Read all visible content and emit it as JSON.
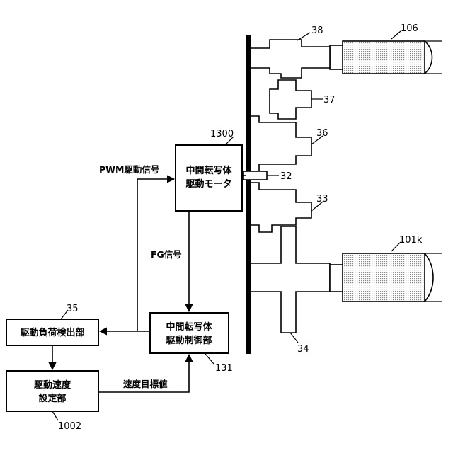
{
  "blocks": {
    "motor": {
      "line1": "中間転写体",
      "line2": "駆動モータ",
      "ref": "1300"
    },
    "controller": {
      "line1": "中間転写体",
      "line2": "駆動制御部",
      "ref": "131"
    },
    "load_detector": {
      "label": "駆動負荷検出部",
      "ref": "35"
    },
    "speed_setter": {
      "line1": "駆動速度",
      "line2": "設定部",
      "ref": "1002"
    }
  },
  "signals": {
    "pwm": "PWM駆動信号",
    "fg": "FG信号",
    "speed_target": "速度目標値"
  },
  "gear_refs": {
    "g38": "38",
    "g37": "37",
    "g36": "36",
    "g32": "32",
    "g33": "33",
    "g34": "34"
  },
  "roller_refs": {
    "r106": "106",
    "r101k": "101k"
  },
  "colors": {
    "line": "#000000",
    "background": "#ffffff",
    "hatch": "#9a9a9a"
  }
}
